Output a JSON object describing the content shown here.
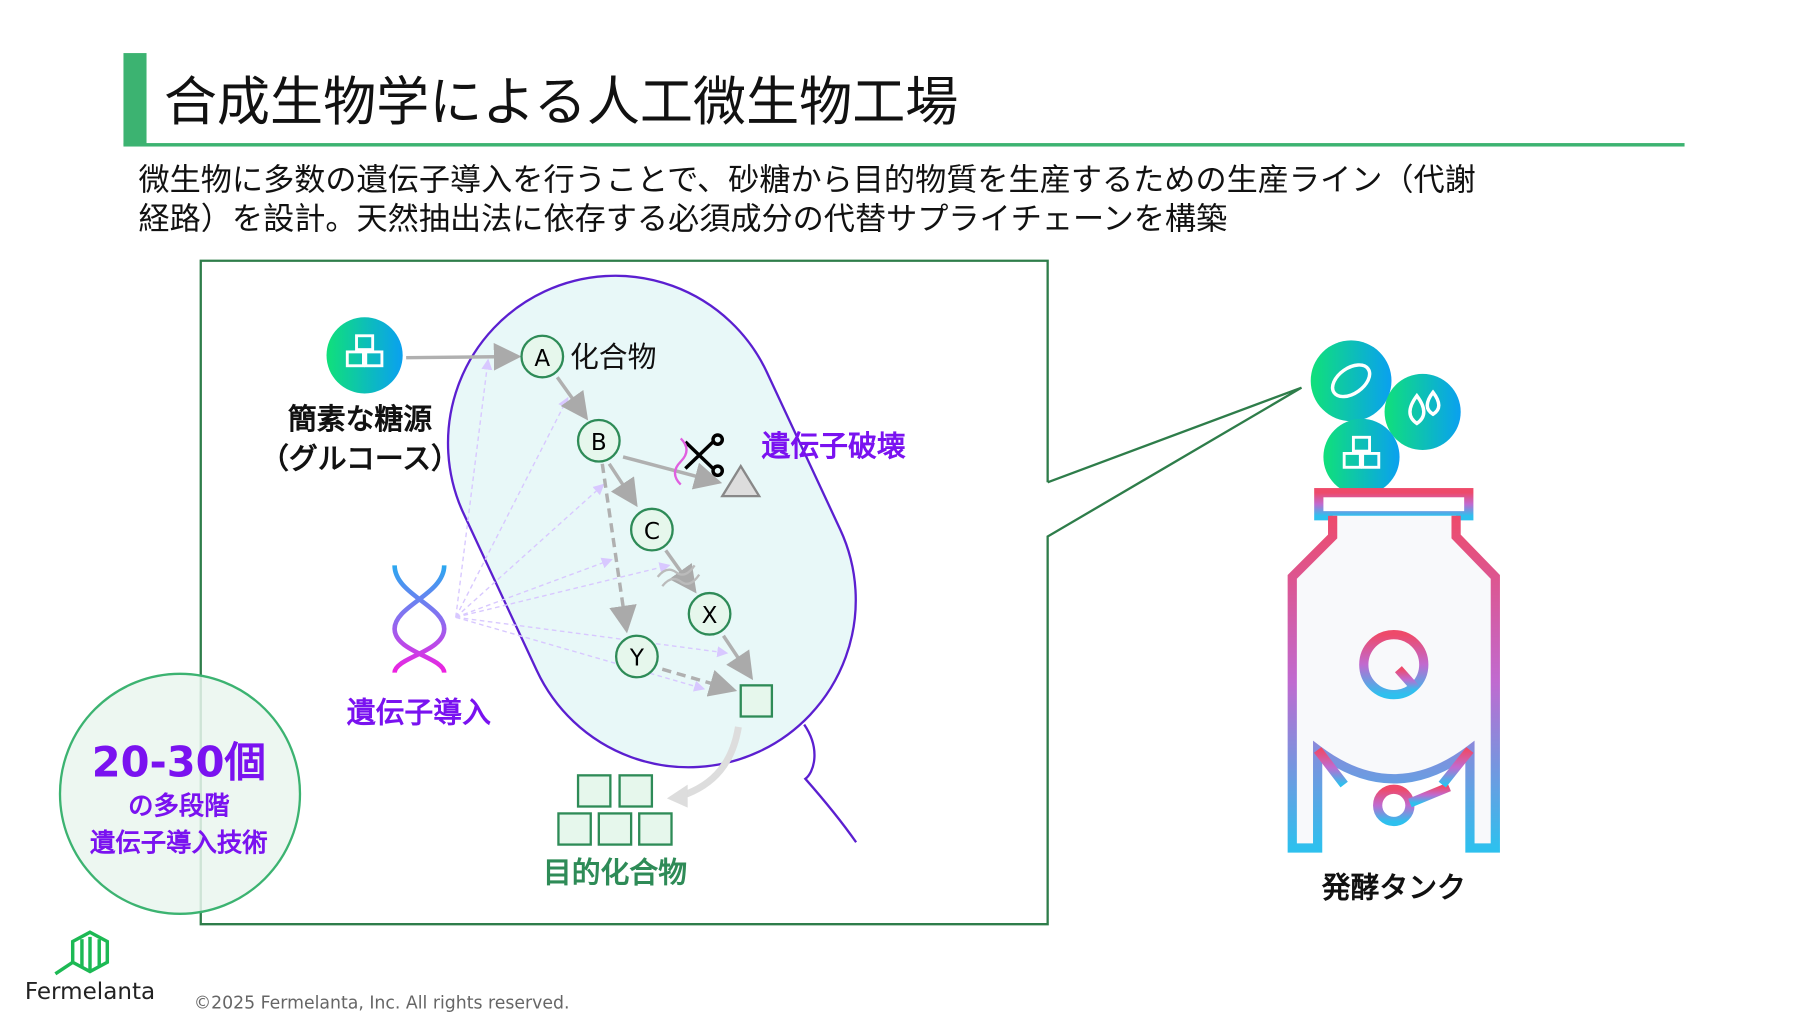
{
  "title": "合成生物学による人工微生物工場",
  "subtitle": [
    "微生物に多数の遺伝子導入を行うことで、砂糖から目的物質を生産するための生産ライン（代謝",
    "経路）を設計。天然抽出法に依存する必須成分の代替サプライチェーンを構築"
  ],
  "diagram": {
    "sugar_label": [
      "簡素な糖源",
      "（グルコース）"
    ],
    "compound_label": "化合物",
    "nodes": [
      "A",
      "B",
      "C",
      "X",
      "Y"
    ],
    "knockout_label": "遺伝子破壊",
    "gene_introduction_label": "遺伝子導入",
    "target_label": "目的化合物",
    "badge": {
      "count": "20-30個",
      "line2": "の多段階",
      "line3": "遺伝子導入技術"
    }
  },
  "tank_label": "発酵タンク",
  "footer": {
    "logo_text": "Fermelanta",
    "copyright": "©2025 Fermelanta, Inc. All rights reserved."
  },
  "colors": {
    "green": "#3cb371",
    "purple": "#7a12f0",
    "dark_green": "#2e8b57"
  }
}
